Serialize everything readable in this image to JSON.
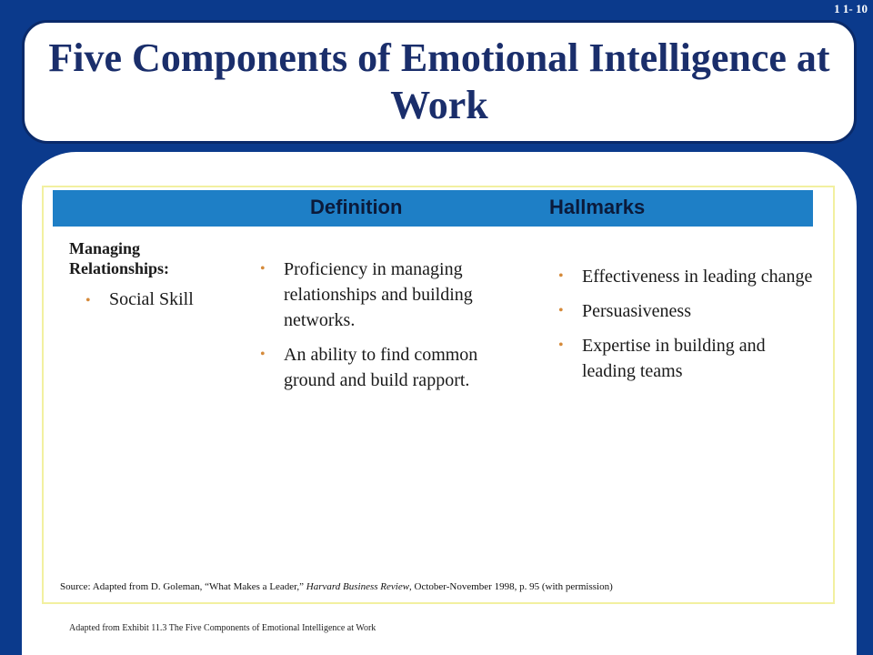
{
  "slide_number": "1 1- 10",
  "title": "Five Components of Emotional Intelligence at Work",
  "table_header": {
    "definition": "Definition",
    "hallmarks": "Hallmarks"
  },
  "component": {
    "name": "Managing Relationships:",
    "item": "Social Skill"
  },
  "definitions": [
    "Proficiency in managing relationships and building networks.",
    "An ability to find common ground and build rapport."
  ],
  "hallmarks": [
    "Effectiveness in leading change",
    "Persuasiveness",
    "Expertise in building and leading teams"
  ],
  "source": {
    "prefix": "Source: Adapted from D. Goleman, “What Makes a Leader,” ",
    "journal": "Harvard Business Review",
    "suffix": ", October-November 1998, p. 95 (with permission)"
  },
  "footer": "Adapted from Exhibit 11.3 The Five Components of Emotional Intelligence at Work",
  "colors": {
    "background": "#0b3a8c",
    "header_bar": "#1e7fc6",
    "bullet": "#d58a3a",
    "frame": "#f2f0a0"
  }
}
